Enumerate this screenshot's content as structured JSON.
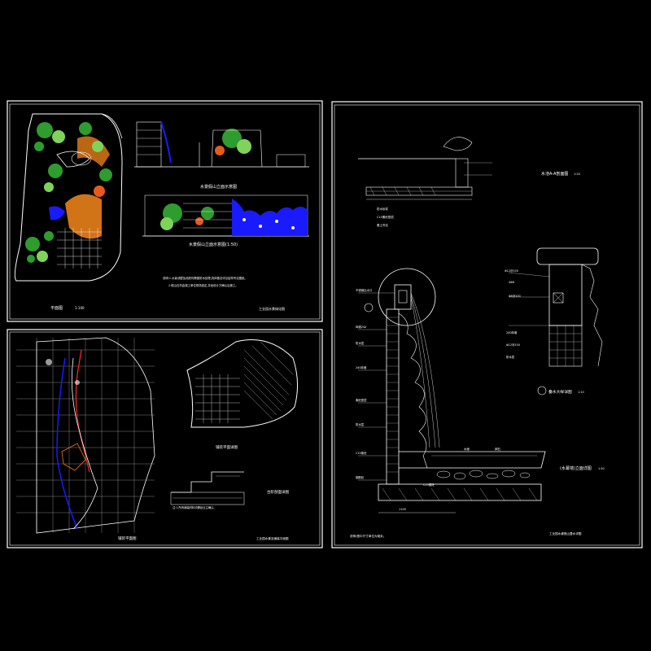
{
  "colors": {
    "background": "#000000",
    "frame": "#ffffff",
    "plant_green": "#2e9c2e",
    "plant_light": "#7fd35a",
    "soil_orange": "#e87f1a",
    "water_blue": "#1a1aff",
    "accent_red": "#ff2a2a",
    "text_white": "#ffffff"
  },
  "panels": {
    "top_left": {
      "plan_title": "平面图",
      "plan_scale": "1:100",
      "section_a_title": "水景假山立面示意图",
      "section_b_title": "水景假山立面示意图(1:50)",
      "note_1": "说明:1.水景池壁及池底均需做防水处理,具体做法详见结构专业图纸。",
      "note_2": "2.假山石材由施工单位现场选定,并经设计方确认后施工。",
      "sheet_title": "工业园水景绿化图"
    },
    "bottom_left": {
      "plan_title": "铺装平面图",
      "detail_title": "铺装平面详图",
      "step_title": "台阶剖面详图",
      "note": "注:1.所有铺装材料均需经业主确认。",
      "sheet_title": "工业园水景及铺装平面图"
    },
    "right": {
      "section_title": "水池A-A剖面图",
      "section_scale": "1:20",
      "detail_title": "叠水大样详图",
      "detail_scale": "1:10",
      "elevation_title": "(水幕墙)立面详图",
      "elevation_scale": "1:30",
      "bottom_note": "说明:图中尺寸单位为毫米。",
      "sheet_title": "工业园水景假山叠水详图",
      "callouts_left": [
        "不锈钢出水口",
        "砖墙240",
        "防水层",
        "240砖墙",
        "素砼垫层",
        "防水层",
        "C15素砼",
        "钢筋砼"
      ],
      "callouts_right": [
        "Φ12@150",
        "4Φ8",
        "Φ8@200",
        "240砖墙",
        "Φ12@150",
        "防水层"
      ],
      "section_labels": [
        "防水砂浆",
        "C15素砼垫层",
        "素土夯实"
      ],
      "pool_label": "水面",
      "stone_label": "卵石",
      "base_label": "C15素砼",
      "dim_bottom": "1100"
    }
  }
}
